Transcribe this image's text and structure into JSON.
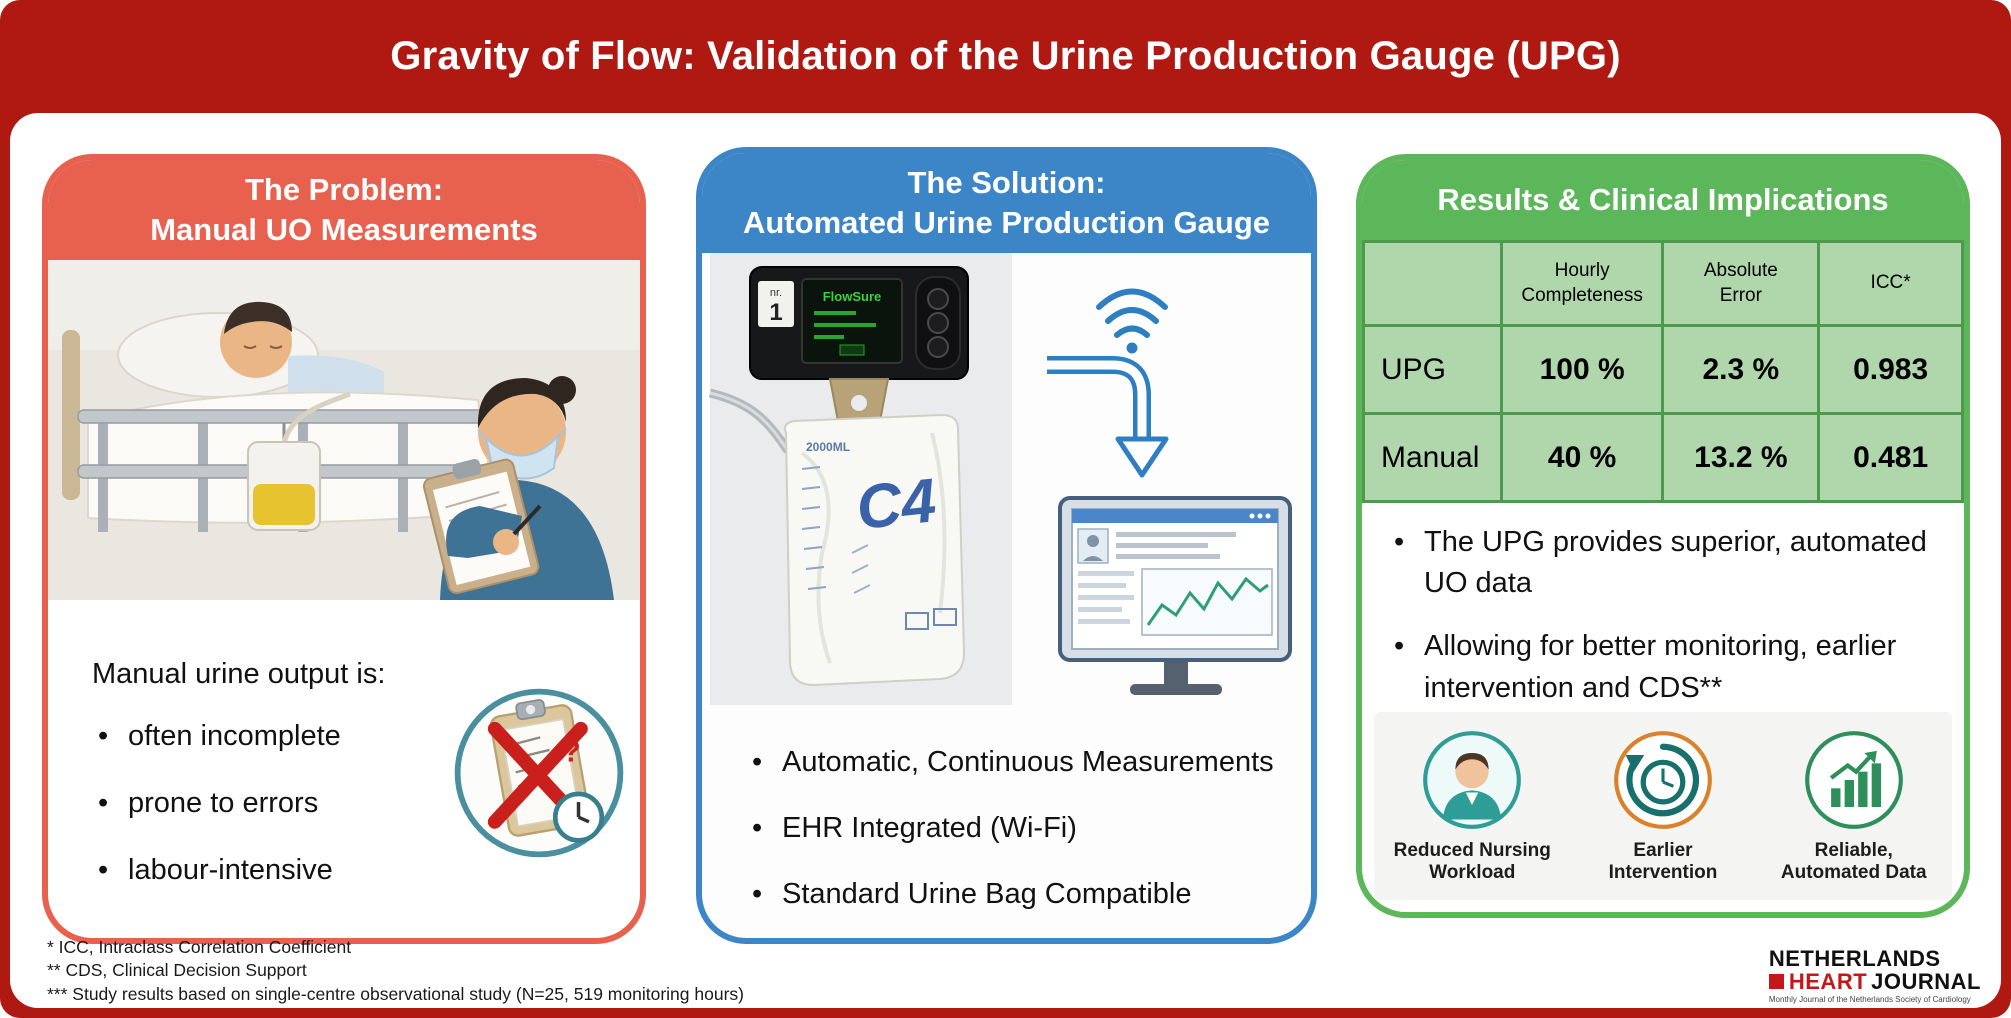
{
  "banner": {
    "title": "Gravity of Flow: Validation of the Urine Production Gauge (UPG)"
  },
  "problem": {
    "title_line1": "The Problem:",
    "title_line2": "Manual UO Measurements",
    "intro": "Manual urine output is:",
    "bullets": [
      "often incomplete",
      "prone to errors",
      "labour-intensive"
    ],
    "icon_question_mark": "?"
  },
  "solution": {
    "title_line1": "The Solution:",
    "title_line2": "Automated Urine Production Gauge",
    "device": {
      "screen_brand": "FlowSure",
      "unit_label": "nr.",
      "unit_number": "1",
      "bag_brand": "C4",
      "bag_capacity": "2000ML"
    },
    "bullets": [
      "Automatic, Continuous Measurements",
      "EHR Integrated (Wi-Fi)",
      "Standard Urine Bag Compatible"
    ]
  },
  "results": {
    "title": "Results & Clinical Implications",
    "table": {
      "column_headers": [
        "Hourly Completeness",
        "Absolute Error",
        "ICC*"
      ],
      "rows": [
        {
          "label": "UPG",
          "hourly_completeness": "100 %",
          "absolute_error": "2.3 %",
          "icc": "0.983"
        },
        {
          "label": "Manual",
          "hourly_completeness": "40 %",
          "absolute_error": "13.2 %",
          "icc": "0.481"
        }
      ]
    },
    "bullets": [
      "The UPG provides superior, automated UO data",
      "Allowing for better monitoring, earlier intervention and CDS**"
    ],
    "benefits": [
      {
        "caption_line1": "Reduced Nursing",
        "caption_line2": "Workload"
      },
      {
        "caption_line1": "Earlier",
        "caption_line2": "Intervention"
      },
      {
        "caption_line1": "Reliable,",
        "caption_line2": "Automated Data"
      }
    ]
  },
  "footnotes": [
    "* ICC, Intraclass Correlation Coefficient",
    "** CDS, Clinical Decision Support",
    "*** Study results based on single-centre observational study (N=25, 519 monitoring hours)"
  ],
  "logo": {
    "line1": "NETHERLANDS",
    "word_heart": "HEART",
    "word_journal": "JOURNAL",
    "tagline": "Monthly Journal of the Netherlands Society of Cardiology"
  },
  "colors": {
    "banner_red": "#B01812",
    "problem_red": "#E8604E",
    "solution_blue": "#3C86C8",
    "results_green": "#5CB65A",
    "table_green": "#B0D7AB",
    "table_border_green": "#4D9A4D",
    "wifi_blue": "#2E7FC2",
    "cross_red": "#C9201D"
  }
}
